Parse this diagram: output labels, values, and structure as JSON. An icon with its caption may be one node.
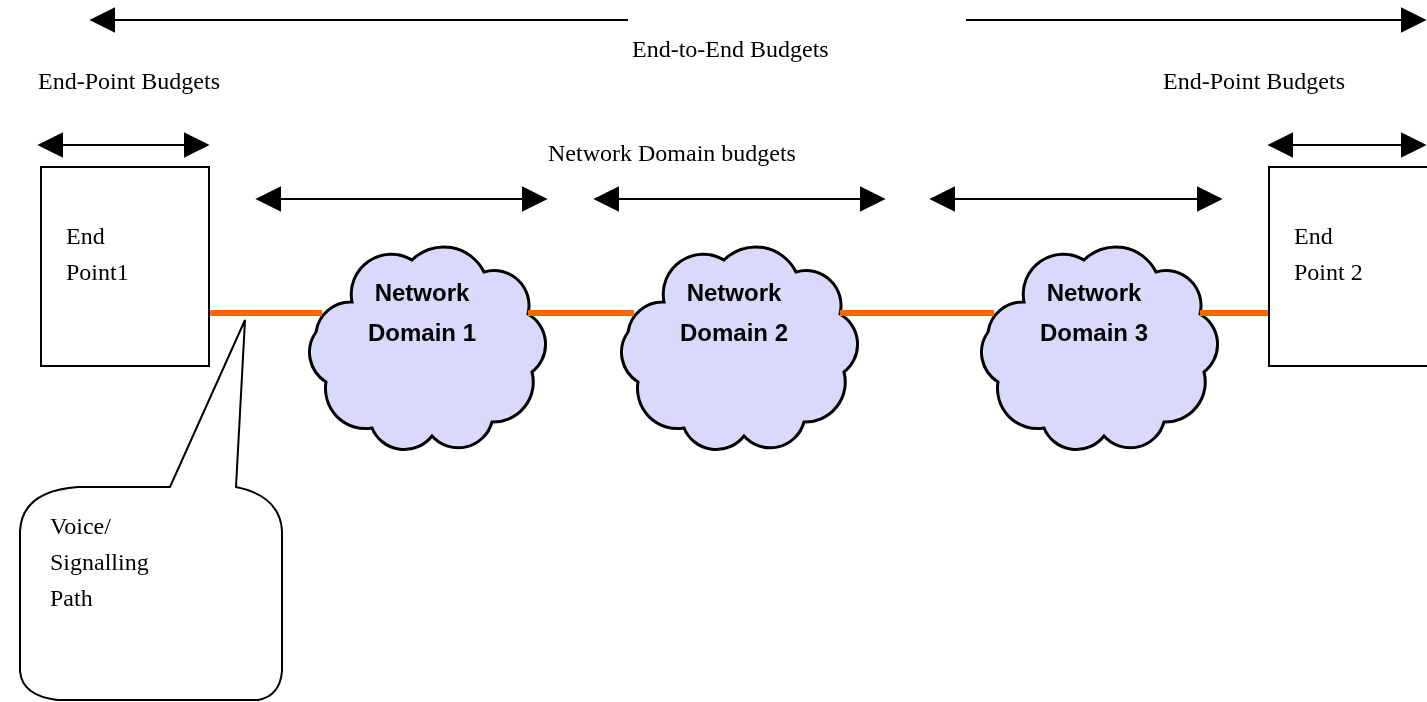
{
  "diagram": {
    "nodes": [
      {
        "text": [
          "End Point1"
        ]
      },
      {
        "text": [
          "Network Domain 1"
        ]
      },
      {
        "text": [
          "Network Domain 2"
        ]
      },
      {
        "text": [
          "Network Domain 3"
        ]
      },
      {
        "text": [
          "End Point 2"
        ]
      },
      {
        "text": [
          "Voice/ Signalling Path"
        ]
      }
    ],
    "edges": [
      {
        "from": 0,
        "to": 1,
        "arrow": "none",
        "color": "#ff6600"
      },
      {
        "from": 1,
        "to": 2,
        "arrow": "none",
        "color": "#ff6600"
      },
      {
        "from": 2,
        "to": 3,
        "arrow": "none",
        "color": "#ff6600"
      },
      {
        "from": 3,
        "to": 4,
        "arrow": "none",
        "color": "#ff6600"
      }
    ],
    "labels": [
      "End-to-End Budgets",
      "End-Point Budgets",
      "End-Point Budgets",
      "Network Domain budgets"
    ]
  }
}
